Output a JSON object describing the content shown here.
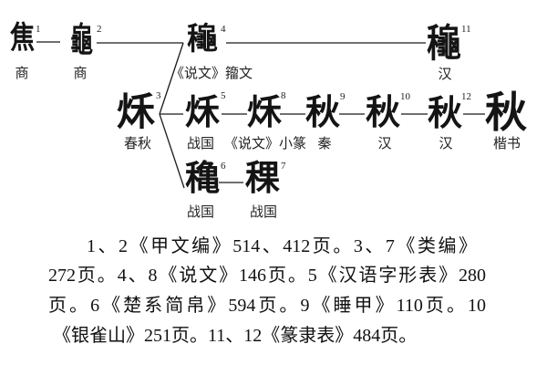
{
  "diagram": {
    "nodes": {
      "n1": {
        "number": "1",
        "glyph": "焦",
        "label": "商"
      },
      "n2": {
        "number": "2",
        "glyph": "龜",
        "label": "商"
      },
      "n3": {
        "number": "3",
        "glyph": "秌",
        "label": "春秋"
      },
      "n4": {
        "number": "4",
        "glyph": "龝",
        "label": "《说文》籀文"
      },
      "n5": {
        "number": "5",
        "glyph": "秌",
        "label": "战国"
      },
      "n6": {
        "number": "6",
        "glyph": "穐",
        "label": "战国"
      },
      "n7": {
        "number": "7",
        "glyph": "稞",
        "label": "战国"
      },
      "n8": {
        "number": "8",
        "glyph": "秌",
        "label": "《说文》小篆"
      },
      "n9": {
        "number": "9",
        "glyph": "秋",
        "label": "秦"
      },
      "n10": {
        "number": "10",
        "glyph": "秋",
        "label": "汉"
      },
      "n11": {
        "number": "11",
        "glyph": "龝",
        "label": "汉"
      },
      "n12": {
        "number": "12",
        "glyph": "秋",
        "label": "汉"
      },
      "final": {
        "glyph": "秋",
        "label": "楷书"
      }
    },
    "edges": [
      [
        "n1",
        "n2"
      ],
      [
        "n2",
        "n4"
      ],
      [
        "n4",
        "n11"
      ],
      [
        "n2",
        "n3"
      ],
      [
        "n3",
        "n5"
      ],
      [
        "n3",
        "n6"
      ],
      [
        "n5",
        "n8"
      ],
      [
        "n8",
        "n9"
      ],
      [
        "n9",
        "n10"
      ],
      [
        "n10",
        "n12"
      ],
      [
        "n12",
        "final"
      ],
      [
        "n6",
        "n7"
      ]
    ],
    "line_color": "#1a1a1a"
  },
  "caption": {
    "lines": [
      "1、2《甲文编》514、412页。3、7《类编》",
      "272页。4、8《说文》146页。5《汉语字形表》280",
      "页。6《楚系简帛》594页。9《睡甲》110页。10",
      "《银雀山》251页。11、12《篆隶表》484页。"
    ]
  }
}
